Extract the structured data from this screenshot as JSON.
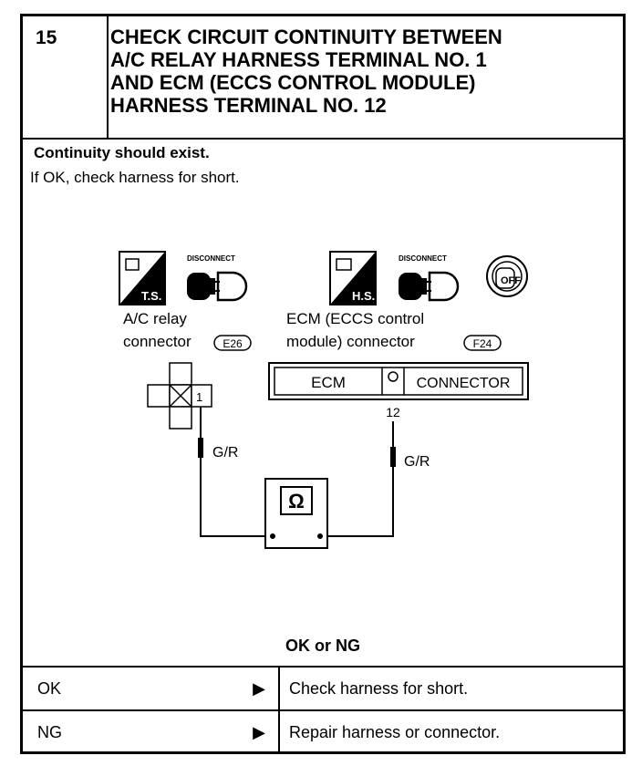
{
  "step": {
    "number": "15"
  },
  "title": {
    "lines": [
      "CHECK CIRCUIT CONTINUITY BETWEEN",
      "A/C RELAY HARNESS TERMINAL NO. 1",
      "AND ECM (ECCS CONTROL MODULE)",
      "HARNESS TERMINAL NO. 12"
    ]
  },
  "condition": "Continuity should exist.",
  "note": "If OK, check harness for short.",
  "diagram": {
    "icons": {
      "ts_badge": "T.S.",
      "hs_badge": "H.S.",
      "disconnect_left": "DISCONNECT",
      "disconnect_right": "DISCONNECT",
      "key_off": "OFF"
    },
    "relay_label_1": "A/C relay",
    "relay_label_2": "connector",
    "relay_code": "E26",
    "relay_terminal": "1",
    "ecm_label_1": "ECM (ECCS control",
    "ecm_label_2": "module) connector",
    "ecm_code": "F24",
    "ecm_box_left": "ECM",
    "ecm_box_right": "CONNECTOR",
    "ecm_terminal": "12",
    "wire_left": "G/R",
    "wire_right": "G/R",
    "meter_symbol": "Ω"
  },
  "result_prompt": "OK or NG",
  "results": [
    {
      "key": "OK",
      "arrow": "▶",
      "action": "Check harness for short."
    },
    {
      "key": "NG",
      "arrow": "▶",
      "action": "Repair harness or connector."
    }
  ]
}
